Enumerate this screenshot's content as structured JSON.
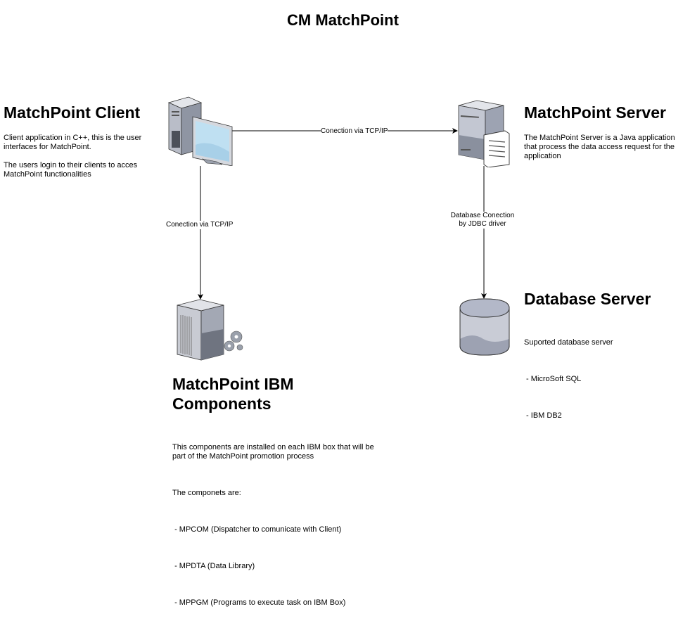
{
  "diagram": {
    "title": "CM MatchPoint",
    "nodes": {
      "client": {
        "icon": "desktop-computer-icon",
        "heading": "MatchPoint Client",
        "paragraphs": [
          "Client application in C++, this is the user interfaces for MatchPoint.",
          "The users login to their clients to acces MatchPoint functionalities"
        ]
      },
      "server": {
        "icon": "application-server-icon",
        "heading": "MatchPoint Server",
        "paragraphs": [
          "The MatchPoint Server is a Java application that process the data access request for the application"
        ]
      },
      "ibm": {
        "icon": "server-with-gears-icon",
        "heading": "MatchPoint IBM Components",
        "paragraphs": [
          "This components are installed on each IBM box that will be part of the MatchPoint promotion process",
          "The componets are:",
          " - MPCOM (Dispatcher to comunicate with Client)",
          " - MPDTA (Data Library)",
          " - MPPGM (Programs to execute task on IBM Box)"
        ]
      },
      "database": {
        "icon": "database-cylinder-icon",
        "heading": "Database Server",
        "paragraphs": [
          "Suported database server",
          " - MicroSoft SQL",
          " - IBM DB2"
        ]
      }
    },
    "edges": [
      {
        "from": "client",
        "to": "server",
        "label": "Conection via TCP/IP"
      },
      {
        "from": "client",
        "to": "ibm",
        "label": "Conection via TCP/IP"
      },
      {
        "from": "server",
        "to": "database",
        "label_line1": "Database Conection",
        "label_line2": "by JDBC driver"
      }
    ],
    "colors": {
      "line": "#000000",
      "icon_light": "#c9ccd6",
      "icon_mid": "#9da3b2",
      "icon_dark": "#5f6470",
      "screen": "#bfe0f2"
    }
  }
}
